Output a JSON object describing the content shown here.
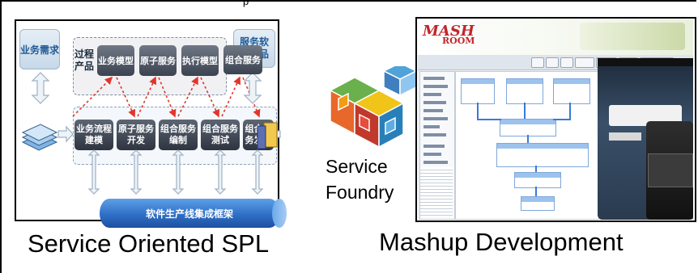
{
  "top_fragment": "p",
  "left_panel": {
    "left_box": "业务需求",
    "right_box": "服务软件制品",
    "process_product_label": "过程产品",
    "models": [
      "业务模型",
      "原子服务",
      "执行模型",
      "组合服务"
    ],
    "processes": [
      "业务流程建模",
      "原子服务开发",
      "组合服务编制",
      "组合服务测试",
      "组合服务发布"
    ],
    "framework": "软件生产线集成框架"
  },
  "cube_label_1": "Service",
  "cube_label_2": "Foundry",
  "caption_left": "Service Oriented SPL",
  "caption_right": "Mashup Development",
  "mashup_logo": "MASH",
  "mashup_logo_sub": "ROOM",
  "colors": {
    "process_box": "#3c4350",
    "framework_cylinder": "#2f6fc7",
    "arrow_red": "#e0362b",
    "side_box_text": "#1f5a96"
  }
}
